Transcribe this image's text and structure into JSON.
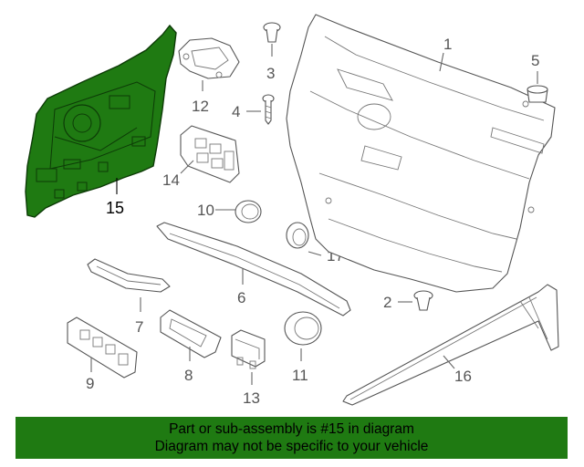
{
  "callouts": {
    "c1": "1",
    "c2": "2",
    "c3": "3",
    "c4": "4",
    "c5": "5",
    "c6": "6",
    "c7": "7",
    "c8": "8",
    "c9": "9",
    "c10": "10",
    "c11": "11",
    "c12": "12",
    "c13": "13",
    "c14": "14",
    "c15": "15",
    "c16": "16",
    "c17": "17"
  },
  "highlight": {
    "part": "15",
    "color": "#1f7a12"
  },
  "banner": {
    "line1": "Part or sub-assembly is #15 in diagram",
    "line2": "Diagram may not be specific to your vehicle",
    "background": "#1f7a12"
  }
}
